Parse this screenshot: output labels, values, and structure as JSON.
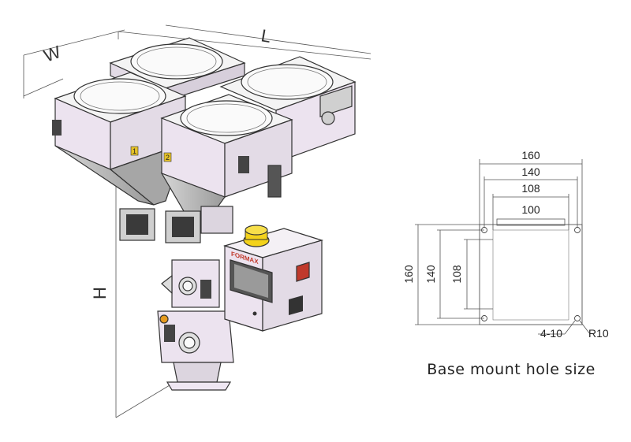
{
  "machine": {
    "dimension_labels": {
      "length": "L",
      "width": "W",
      "height": "H"
    },
    "hopper_numbers": [
      "1",
      "2"
    ],
    "brand": "FORMAX"
  },
  "mount_drawing": {
    "horizontal_dims": [
      "160",
      "140",
      "108",
      "100"
    ],
    "vertical_dims": [
      "160",
      "140",
      "108"
    ],
    "hole_callout": "4-10",
    "radius_callout": "R10"
  },
  "caption": "Base mount hole size",
  "colors": {
    "frame": "#ece3ef",
    "hopper_gray": "#b9b9b9",
    "outline": "#333333",
    "yellow_button": "#f3d21b",
    "red_switch": "#c0392b"
  }
}
